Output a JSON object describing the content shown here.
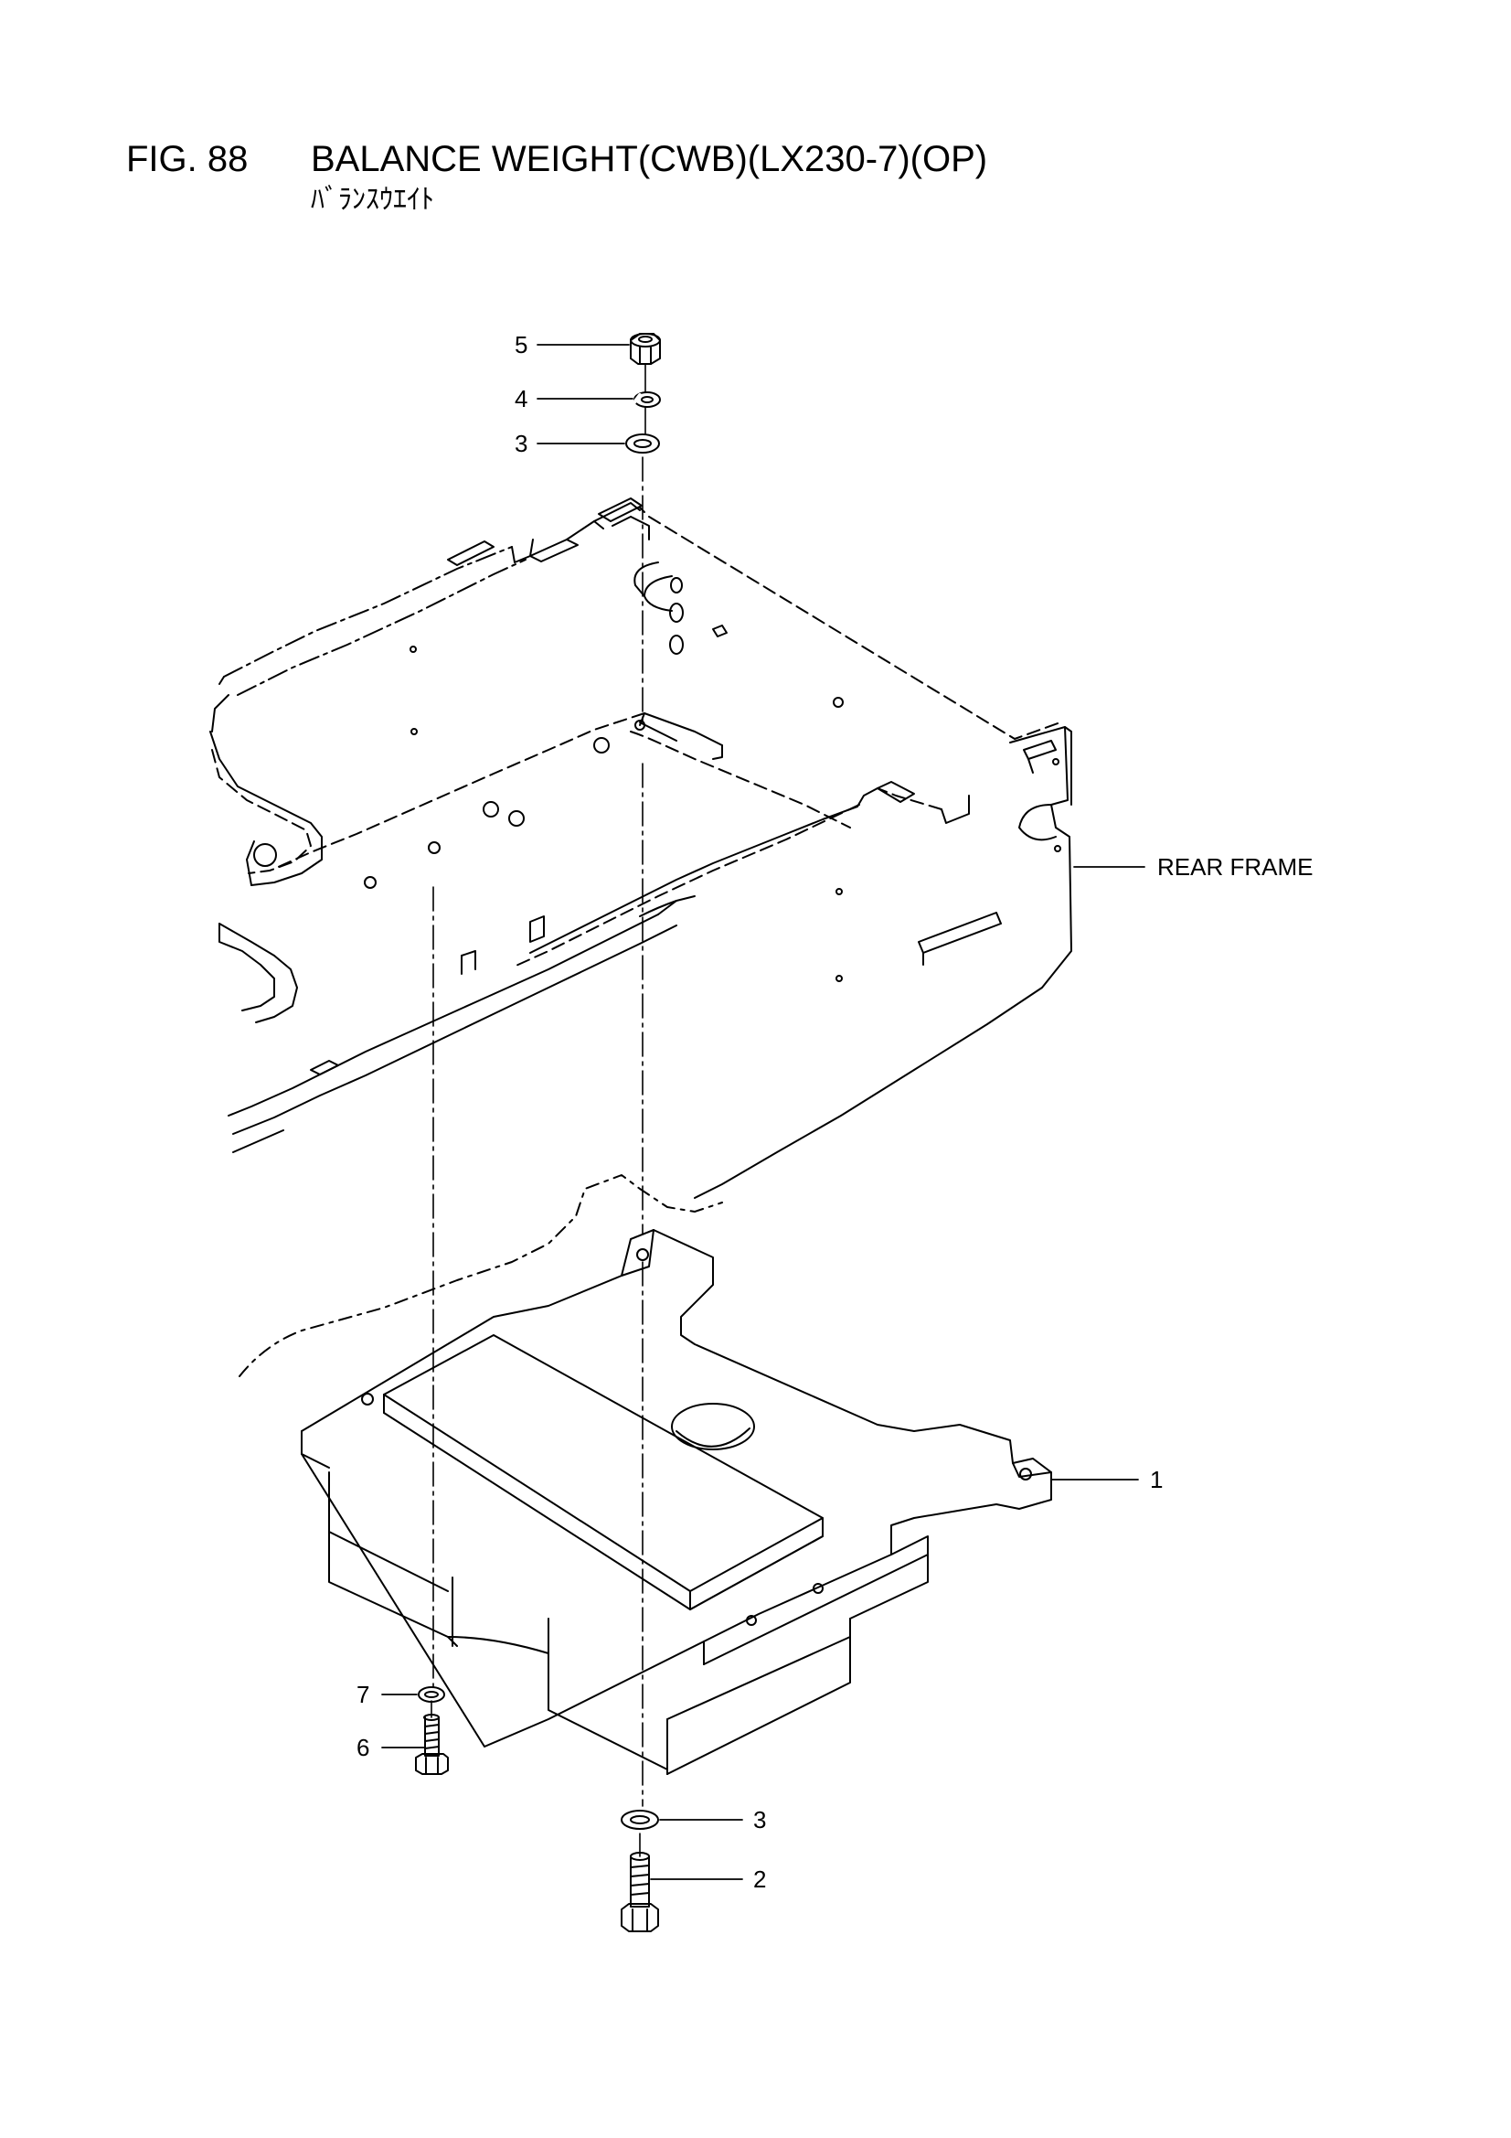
{
  "header": {
    "fig_number": "FIG. 88",
    "title": "BALANCE WEIGHT(CWB)(LX230-7)(OP)",
    "subtitle_jp": "ﾊﾞﾗﾝｽｳｴｲﾄ"
  },
  "labels": {
    "rear_frame": "REAR FRAME"
  },
  "callouts": [
    {
      "id": "c5",
      "number": "5",
      "part": "nut"
    },
    {
      "id": "c4",
      "number": "4",
      "part": "spring-washer"
    },
    {
      "id": "c3a",
      "number": "3",
      "part": "washer"
    },
    {
      "id": "c1",
      "number": "1",
      "part": "balance-weight"
    },
    {
      "id": "c7",
      "number": "7",
      "part": "washer"
    },
    {
      "id": "c6",
      "number": "6",
      "part": "bolt"
    },
    {
      "id": "c3b",
      "number": "3",
      "part": "washer"
    },
    {
      "id": "c2",
      "number": "2",
      "part": "bolt"
    }
  ],
  "colors": {
    "ink": "#000000",
    "paper": "#ffffff"
  }
}
